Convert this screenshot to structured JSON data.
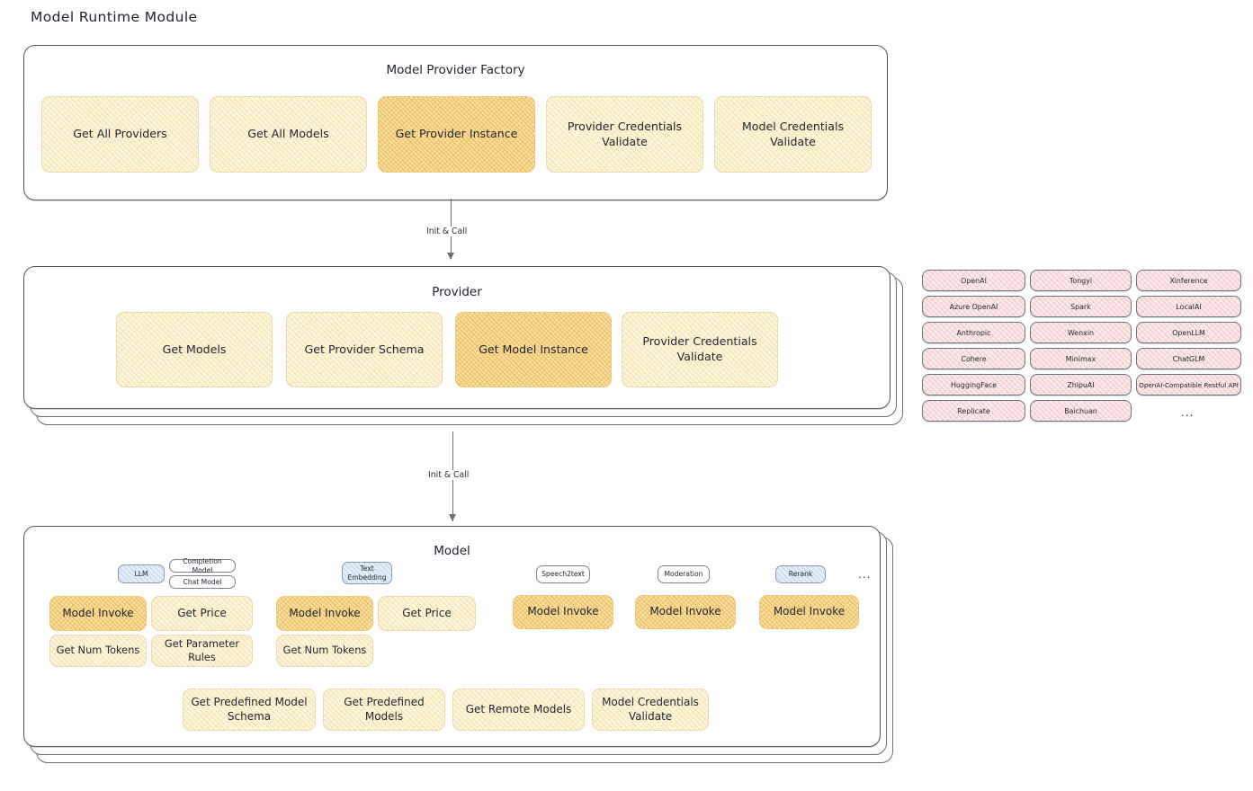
{
  "title": "Model Runtime Module",
  "arrows": [
    {
      "label": "Init & Call"
    },
    {
      "label": "Init & Call"
    }
  ],
  "factory": {
    "title": "Model Provider Factory",
    "nodes": [
      {
        "label": "Get All Providers",
        "highlighted": false
      },
      {
        "label": "Get All Models",
        "highlighted": false
      },
      {
        "label": "Get Provider Instance",
        "highlighted": true
      },
      {
        "label": "Provider Credentials Validate",
        "highlighted": false
      },
      {
        "label": "Model Credentials Validate",
        "highlighted": false
      }
    ]
  },
  "provider": {
    "title": "Provider",
    "nodes": [
      {
        "label": "Get Models",
        "highlighted": false
      },
      {
        "label": "Get Provider Schema",
        "highlighted": false
      },
      {
        "label": "Get Model Instance",
        "highlighted": true
      },
      {
        "label": "Provider Credentials Validate",
        "highlighted": false
      }
    ]
  },
  "provider_list": {
    "ellipsis": "...",
    "columns": [
      {
        "items": [
          "OpenAI",
          "Azure OpenAI",
          "Anthropic",
          "Cohere",
          "HuggingFace",
          "Replicate"
        ]
      },
      {
        "items": [
          "Tongyi",
          "Spark",
          "Wenxin",
          "Minimax",
          "ZhipuAI",
          "Baichuan"
        ]
      },
      {
        "items": [
          "Xinference",
          "LocalAI",
          "OpenLLM",
          "ChatGLM",
          "OpenAI-Compatible Restful API"
        ]
      }
    ]
  },
  "model": {
    "title": "Model",
    "ellipsis": "...",
    "types": [
      {
        "name": "LLM",
        "style": "blue",
        "subtypes": [
          "Completion Model",
          "Chat Model"
        ],
        "nodes": [
          {
            "label": "Model Invoke",
            "highlighted": true
          },
          {
            "label": "Get Price",
            "highlighted": false
          },
          {
            "label": "Get Num Tokens",
            "highlighted": false
          },
          {
            "label": "Get Parameter Rules",
            "highlighted": false
          }
        ]
      },
      {
        "name": "Text Embedding",
        "style": "blue",
        "subtypes": [],
        "nodes": [
          {
            "label": "Model Invoke",
            "highlighted": true
          },
          {
            "label": "Get Price",
            "highlighted": false
          },
          {
            "label": "Get Num Tokens",
            "highlighted": false
          }
        ]
      },
      {
        "name": "Speech2text",
        "style": "white",
        "subtypes": [],
        "nodes": [
          {
            "label": "Model Invoke",
            "highlighted": true
          }
        ]
      },
      {
        "name": "Moderation",
        "style": "white",
        "subtypes": [],
        "nodes": [
          {
            "label": "Model Invoke",
            "highlighted": true
          }
        ]
      },
      {
        "name": "Rerank",
        "style": "blue",
        "subtypes": [],
        "nodes": [
          {
            "label": "Model Invoke",
            "highlighted": true
          }
        ]
      }
    ],
    "common_nodes": [
      {
        "label": "Get Predefined Model Schema"
      },
      {
        "label": "Get Predefined Models"
      },
      {
        "label": "Get Remote Models"
      },
      {
        "label": "Model Credentials Validate"
      }
    ]
  },
  "colors": {
    "node_fill": "#fdf6e0",
    "node_highlight_fill": "#fae2ab",
    "chip_blue": "#e3eef9",
    "pill_pink": "#fdeced",
    "stroke": "#56585e"
  }
}
